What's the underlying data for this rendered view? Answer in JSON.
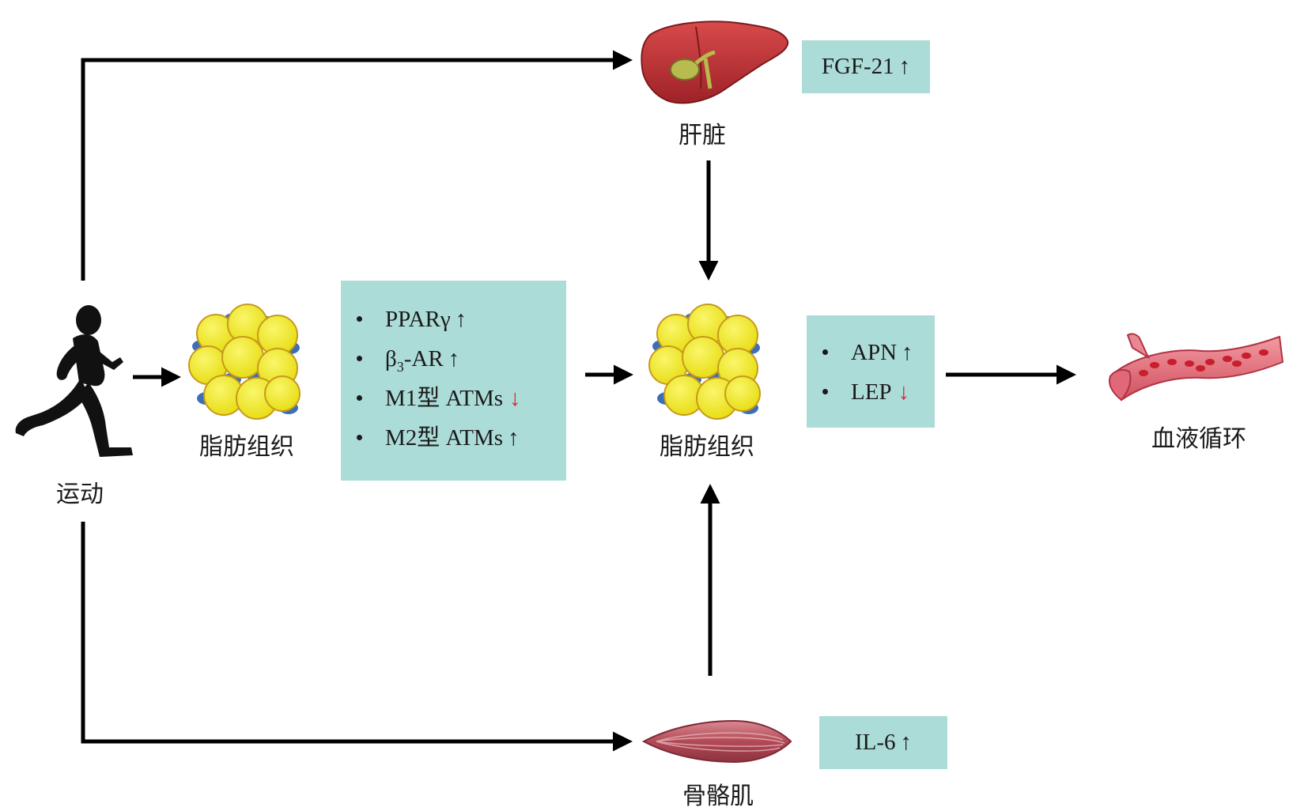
{
  "nodes": {
    "exercise": "运动",
    "adipose_left": "脂肪组织",
    "adipose_center": "脂肪组织",
    "liver": "肝脏",
    "muscle": "骨骼肌",
    "blood": "血液循环"
  },
  "boxes": {
    "liver_factor": {
      "name": "FGF-21",
      "direction": "↑"
    },
    "muscle_factor": {
      "name": "IL-6",
      "direction": "↑"
    },
    "adipose_changes": [
      {
        "name": "PPARγ",
        "direction": "↑"
      },
      {
        "name_prefix": "β",
        "name_sub": "3",
        "name_suffix": "-AR",
        "direction": "↑"
      },
      {
        "name": "M1型 ATMs",
        "direction": "↓"
      },
      {
        "name": "M2型 ATMs",
        "direction": "↑"
      }
    ],
    "adipokines": [
      {
        "name": "APN",
        "direction": "↑"
      },
      {
        "name": "LEP",
        "direction": "↓"
      }
    ]
  },
  "colors": {
    "box_fill": "#acdcd8",
    "arrow": "#000000",
    "decrease_arrow": "#e0242a",
    "fat_cell": "#f2ec1c",
    "fat_cell_edge": "#c79a1e",
    "fat_membrane": "#3d6fb6",
    "liver": "#c8343a",
    "gallbladder": "#b3b84a",
    "muscle": "#b8555f",
    "vessel": "#e8707a",
    "blood_cell": "#c81e2e"
  },
  "icons": {
    "exercise": "running-person-icon",
    "adipose": "fat-cell-cluster-icon",
    "liver": "liver-icon",
    "muscle": "skeletal-muscle-icon",
    "blood": "blood-vessel-icon"
  }
}
